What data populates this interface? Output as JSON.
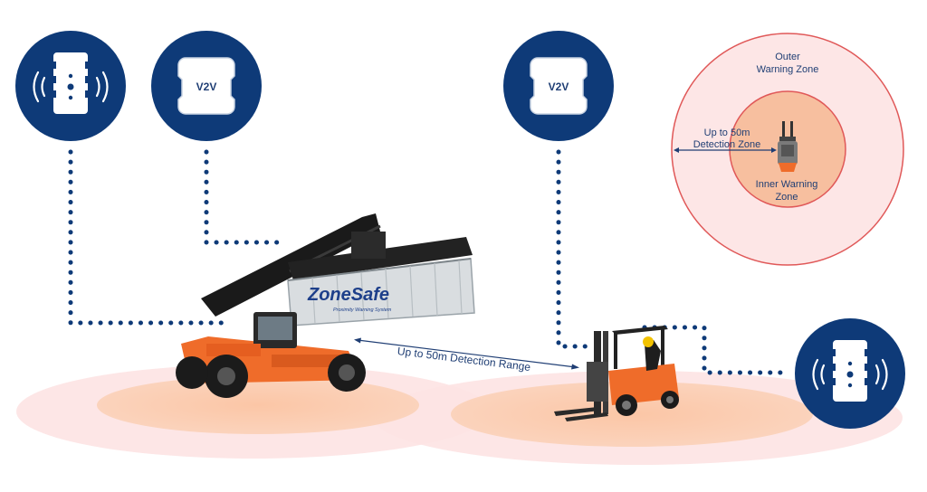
{
  "devices": {
    "tag_left_icon": "wearable-tag-icon",
    "v2v_label_1": "V2V",
    "v2v_label_2": "V2V",
    "tag_right_icon": "wearable-tag-icon"
  },
  "container": {
    "brand": "ZoneSafe",
    "tagline": "Proximity Warning System"
  },
  "range_label": "Up to 50m Detection Range",
  "zones": {
    "outer_line1": "Outer",
    "outer_line2": "Warning Zone",
    "detection_line1": "Up to 50m",
    "detection_line2": "Detection Zone",
    "inner_line1": "Inner Warning",
    "inner_line2": "Zone"
  },
  "colors": {
    "navy": "#0e3a78",
    "outer_zone": "#fde4e4",
    "inner_zone": "#f8c8a8",
    "zone_border": "#e06060",
    "vehicle_orange": "#ef6c2a"
  }
}
